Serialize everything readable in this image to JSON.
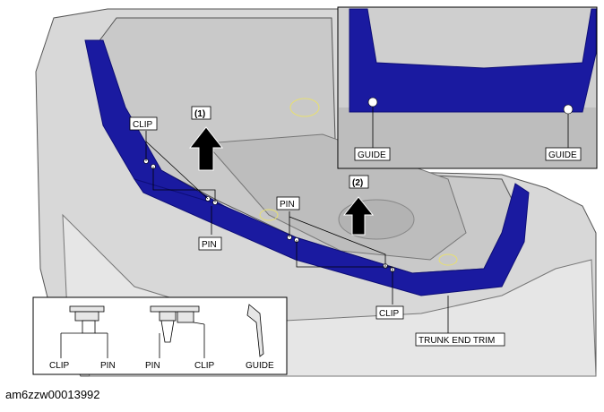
{
  "labels": {
    "clip": "CLIP",
    "pin": "PIN",
    "guide": "GUIDE",
    "step1": "(1)",
    "step2": "(2)",
    "trunk_end_trim": "TRUNK END TRIM"
  },
  "legend": {
    "clip": "CLIP",
    "pin": "PIN",
    "guide": "GUIDE"
  },
  "document_id": "am6zzw00013992",
  "colors": {
    "trim": "#1a1aa0",
    "trim_dark": "#0d0d78",
    "body_gray": "#d4d4d4",
    "body_light": "#e8e8e8",
    "outline": "#333333",
    "trunk_tub": "#cfcfcf",
    "highlight_yellow": "#e8e070"
  }
}
